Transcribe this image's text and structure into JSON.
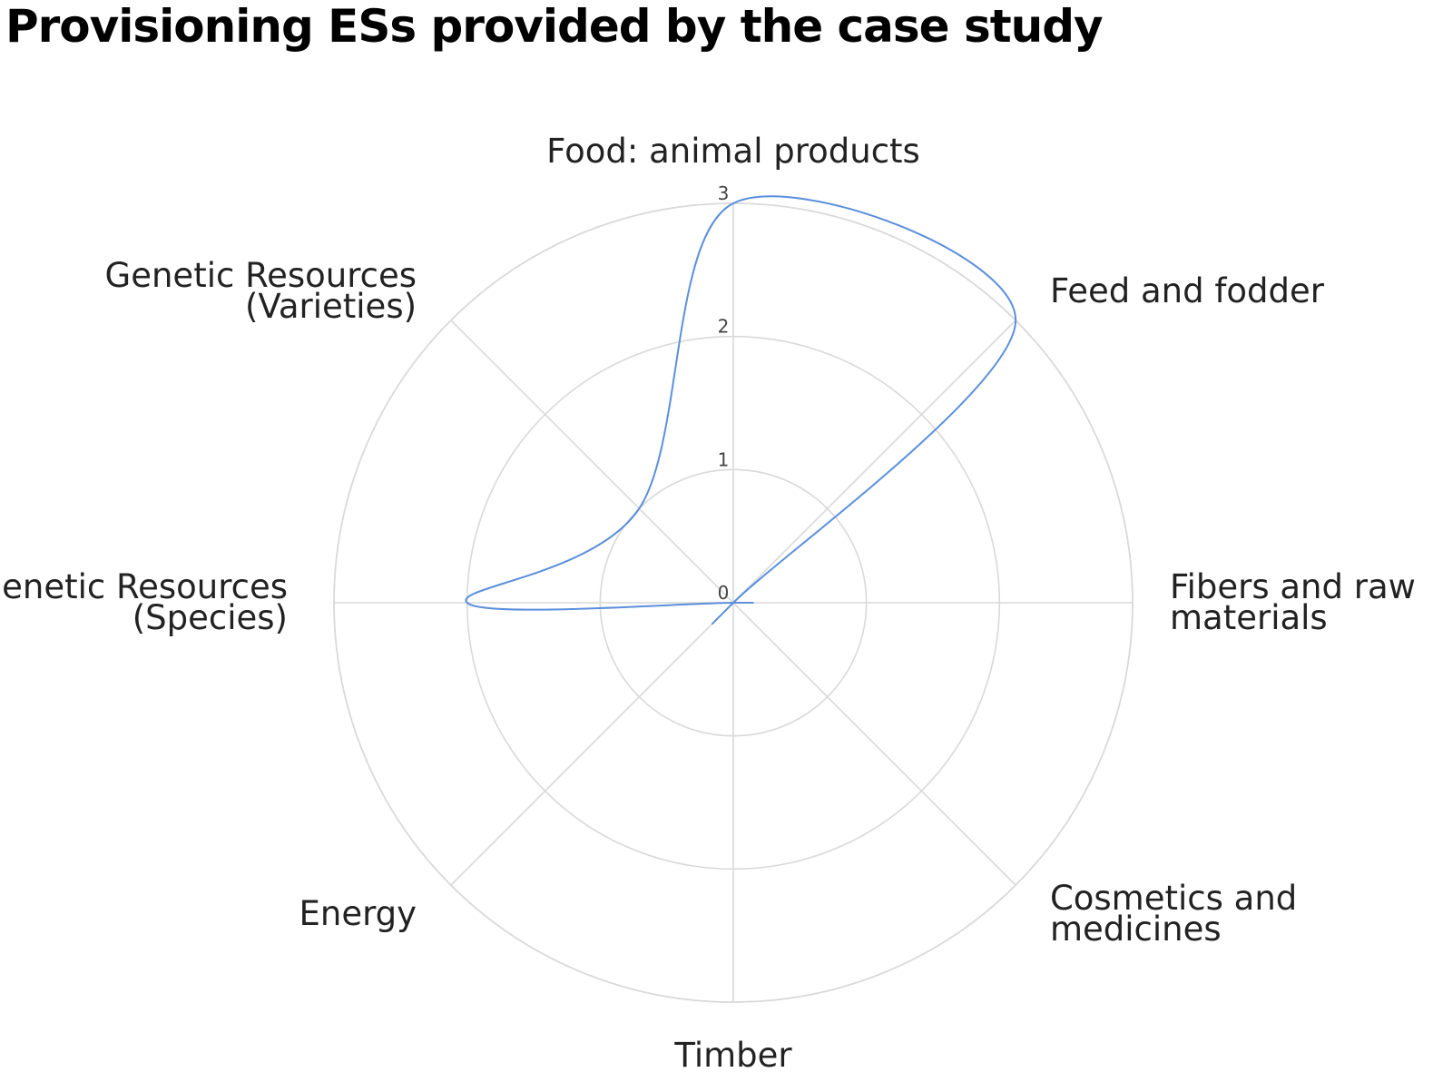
{
  "chart_data": {
    "type": "radar",
    "title": "Provisioning ESs provided by the case study",
    "categories": [
      [
        "Food: animal products"
      ],
      [
        "Feed and fodder"
      ],
      [
        "Fibers and raw",
        "materials"
      ],
      [
        "Cosmetics and",
        "medicines"
      ],
      [
        "Timber"
      ],
      [
        "Energy"
      ],
      [
        "Genetic Resources",
        "(Species)"
      ],
      [
        "Genetic Resources",
        "(Varieties)"
      ]
    ],
    "series": [
      {
        "values": [
          3,
          3,
          0,
          0,
          0,
          0,
          2,
          1
        ],
        "color": "#5b8fdc"
      }
    ],
    "ticks": [
      "0",
      "1",
      "2",
      "3"
    ],
    "rlim": [
      0,
      3
    ],
    "grid": true,
    "curve": "smooth"
  }
}
